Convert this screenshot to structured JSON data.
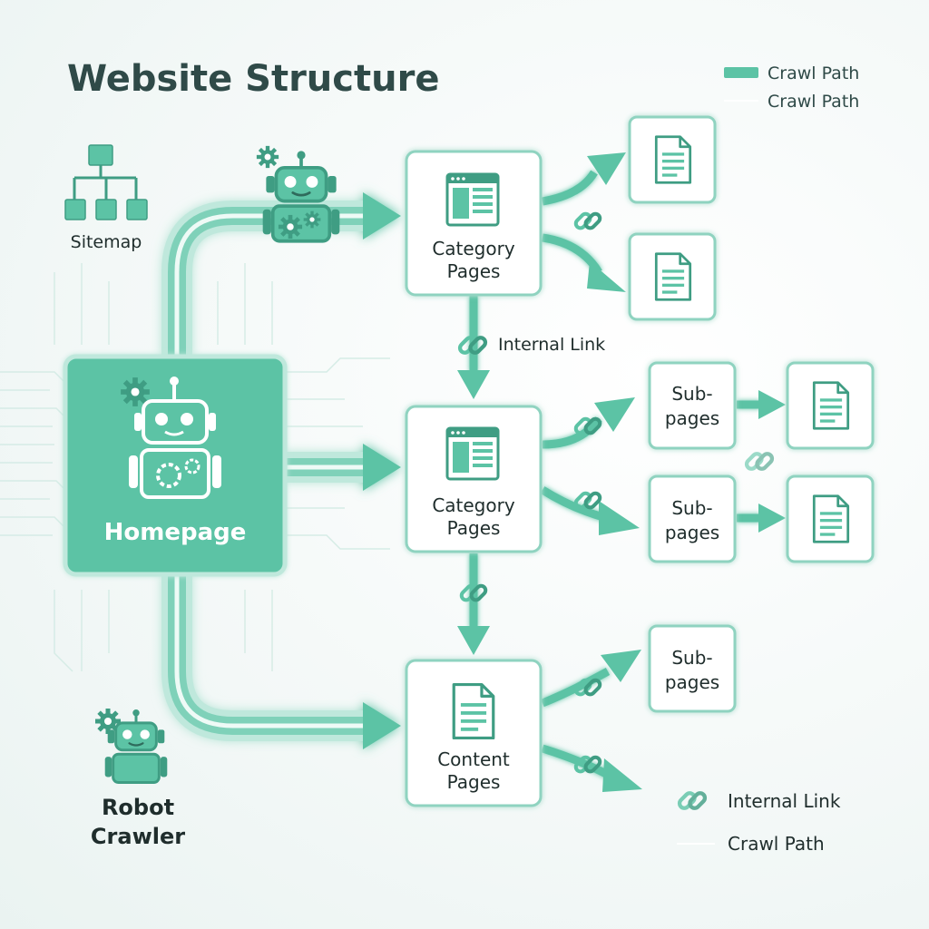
{
  "title": "Website Structure",
  "colors": {
    "accent": "#5cc3a5",
    "accent_dark": "#3f9d83",
    "accent_light": "#bfe8dc",
    "box_border": "#8fd3c0",
    "text_dark": "#2f4a48",
    "text_body": "#1f2d2c"
  },
  "legend_top": {
    "items": [
      {
        "label": "Crawl Path",
        "swatch": "solid-bar"
      },
      {
        "label": "Crawl Path",
        "swatch": "glow-line"
      }
    ]
  },
  "legend_bottom": {
    "items": [
      {
        "label": "Internal Link",
        "icon": "chain-link-icon"
      },
      {
        "label": "Crawl Path",
        "swatch": "glow-line"
      }
    ]
  },
  "sitemap": {
    "label": "Sitemap",
    "icon": "sitemap-icon"
  },
  "homepage": {
    "label": "Homepage",
    "icon": "robot-icon"
  },
  "robot_crawler": {
    "line1": "Robot",
    "line2": "Crawler",
    "icon": "robot-icon"
  },
  "nodes": {
    "category_top": {
      "line1": "Category",
      "line2": "Pages",
      "icon": "webpage-icon"
    },
    "category_mid": {
      "line1": "Category",
      "line2": "Pages",
      "icon": "webpage-icon"
    },
    "content": {
      "line1": "Content",
      "line2": "Pages",
      "icon": "document-icon"
    },
    "sub_1": {
      "line1": "Sub-",
      "line2": "pages"
    },
    "sub_2": {
      "line1": "Sub-",
      "line2": "pages"
    },
    "sub_3": {
      "line1": "Sub-",
      "line2": "pages"
    }
  },
  "internal_link_label": "Internal Link"
}
